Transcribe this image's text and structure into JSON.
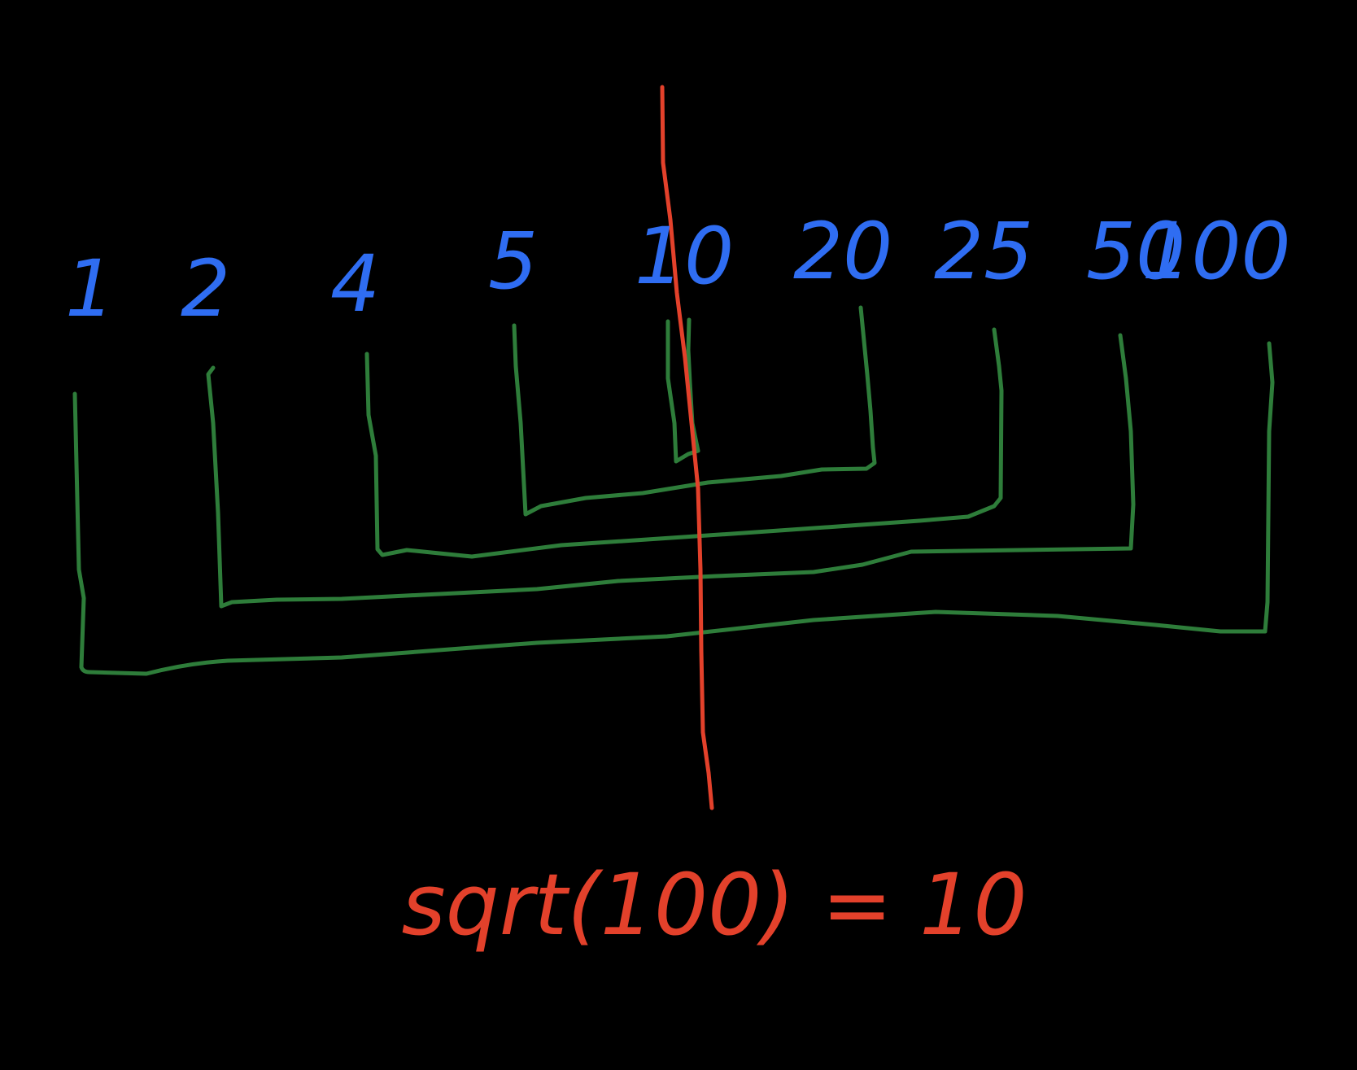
{
  "divisors": [
    "1",
    "2",
    "4",
    "5",
    "10",
    "20",
    "25",
    "50",
    "100"
  ],
  "pairs": [
    [
      "1",
      "100"
    ],
    [
      "2",
      "50"
    ],
    [
      "4",
      "25"
    ],
    [
      "5",
      "20"
    ],
    [
      "10",
      "10"
    ]
  ],
  "annotation": "sqrt(100) = 10",
  "colors": {
    "background": "#000000",
    "numbers": "#2f6df2",
    "pair_brackets": "#2e7d3a",
    "sqrt_line_and_text": "#e3412b"
  }
}
